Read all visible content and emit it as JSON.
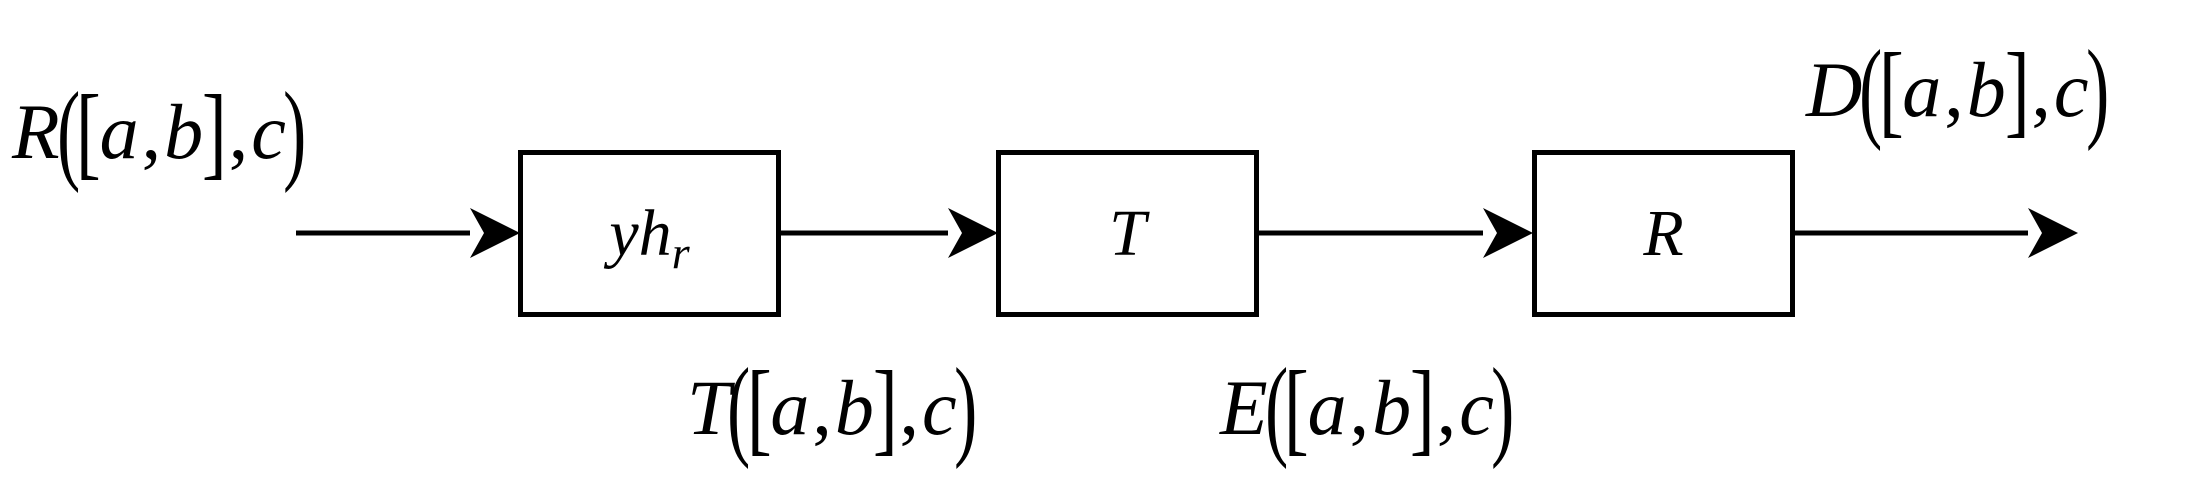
{
  "blocks": {
    "block1": {
      "main": "yh",
      "sub": "r"
    },
    "block2": {
      "label": "T"
    },
    "block3": {
      "label": "R"
    }
  },
  "signals": {
    "input": {
      "fn": "R",
      "a": "a",
      "b": "b",
      "c": "c"
    },
    "mid1": {
      "fn": "T",
      "a": "a",
      "b": "b",
      "c": "c"
    },
    "mid2": {
      "fn": "E",
      "a": "a",
      "b": "b",
      "c": "c"
    },
    "output": {
      "fn": "D",
      "a": "a",
      "b": "b",
      "c": "c"
    }
  },
  "colors": {
    "stroke": "#000000",
    "background": "#ffffff"
  }
}
